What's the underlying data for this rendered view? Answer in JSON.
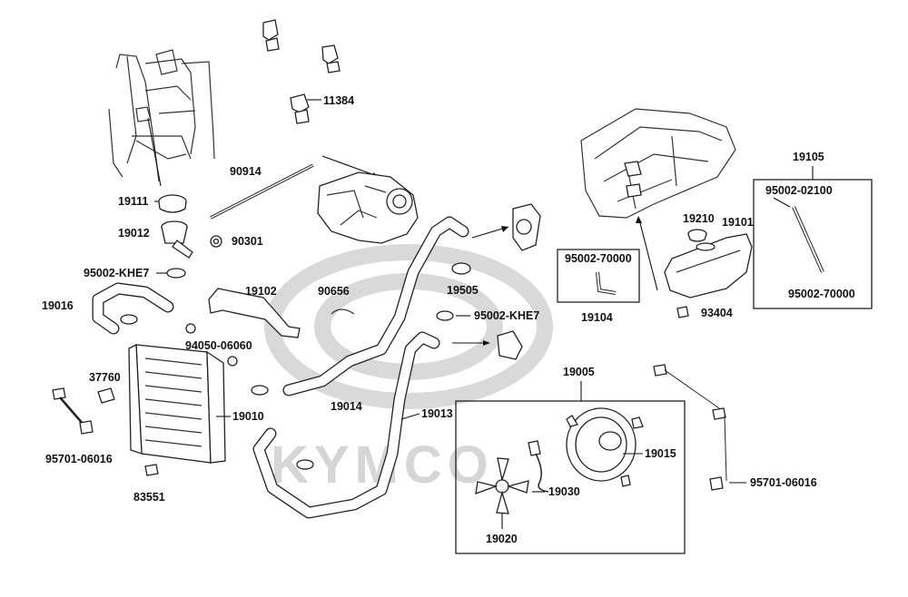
{
  "diagram": {
    "watermark": "KYMCO",
    "labels": {
      "p11384": "11384",
      "p90914": "90914",
      "p19111": "19111",
      "p19012": "19012",
      "p90301": "90301",
      "p95002khe7a": "95002-KHE7",
      "p19016": "19016",
      "p19102": "19102",
      "p90656": "90656",
      "p19505": "19505",
      "p95002khe7b": "95002-KHE7",
      "p94050": "94050-06060",
      "p37760": "37760",
      "p19010": "19010",
      "p19014": "19014",
      "p19013": "19013",
      "p95701a": "95701-06016",
      "p83551": "83551",
      "p19105": "19105",
      "p95002_02100": "95002-02100",
      "p95002_70000a": "95002-70000",
      "p19210": "19210",
      "p19101": "19101",
      "p95002_70000b": "95002-70000",
      "p19104": "19104",
      "p93404": "93404",
      "p19005": "19005",
      "p19015": "19015",
      "p19030": "19030",
      "p19020": "19020",
      "p95701b": "95701-06016"
    }
  }
}
